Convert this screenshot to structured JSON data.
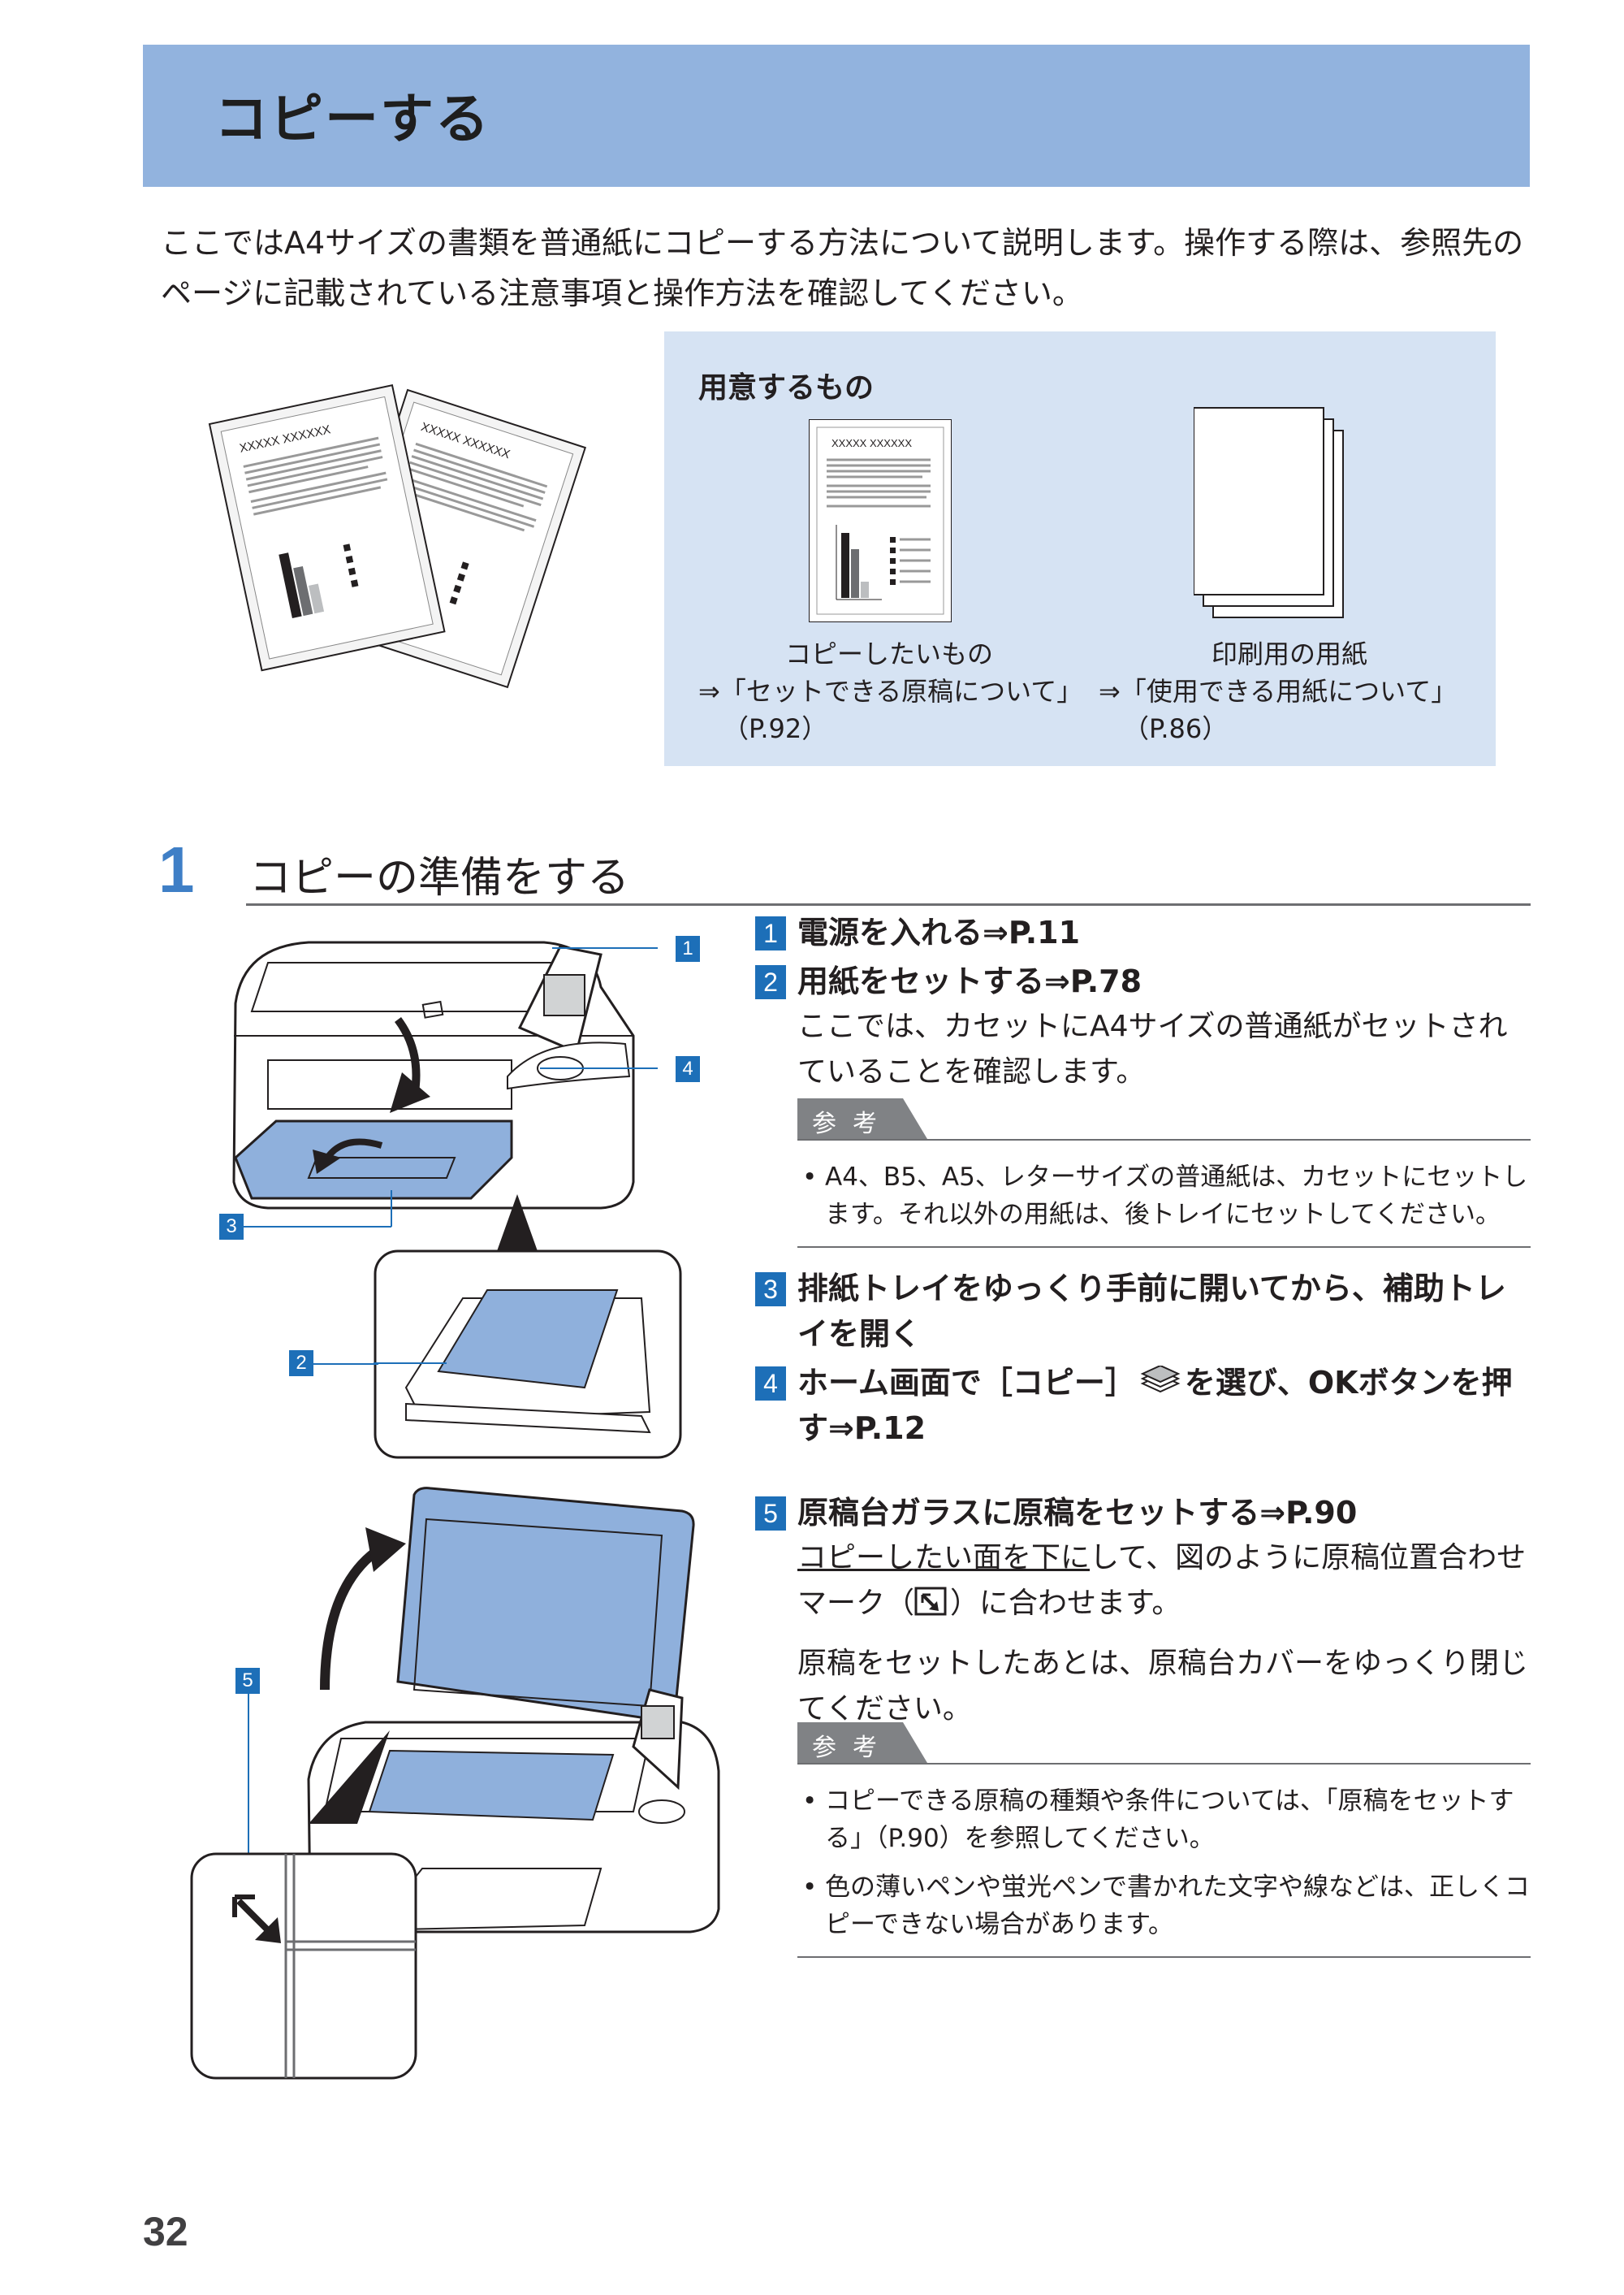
{
  "header": {
    "title": "コピーする"
  },
  "intro": {
    "text": "ここではA4サイズの書類を普通紙にコピーする方法について説明します。操作する際は、参照先のページに記載されている注意事項と操作方法を確認してください。"
  },
  "illustration": {
    "doc_label": "XXXXX XXXXXX"
  },
  "prep": {
    "title": "用意するもの",
    "original": {
      "label": "コピーしたいもの",
      "ref": "⇒「セットできる原稿について」",
      "page": "（P.92）"
    },
    "paper": {
      "label": "印刷用の用紙",
      "ref": "⇒「使用できる用紙について」",
      "page": "（P.86）"
    }
  },
  "step1": {
    "number": "1",
    "title": "コピーの準備をする"
  },
  "callouts": {
    "c1": "1",
    "c2": "2",
    "c3": "3",
    "c4": "4",
    "c5": "5"
  },
  "substeps": {
    "s1": {
      "num": "1",
      "head": "電源を入れる⇒P.11"
    },
    "s2": {
      "num": "2",
      "head": "用紙をセットする⇒P.78",
      "desc": "ここでは、カセットにA4サイズの普通紙がセットされていることを確認します。"
    },
    "ref_label": "参考",
    "note1": "A4、B5、A5、レターサイズの普通紙は、カセットにセットします。それ以外の用紙は、後トレイにセットしてください。",
    "s3": {
      "num": "3",
      "head": "排紙トレイをゆっくり手前に開いてから、補助トレイを開く"
    },
    "s4": {
      "num": "4",
      "head_a": "ホーム画面で［コピー］",
      "head_b": "を選び、OKボタンを押す⇒P.12"
    },
    "s5": {
      "num": "5",
      "head": "原稿台ガラスに原稿をセットする⇒P.90",
      "desc_underline": "コピーしたい面を下に",
      "desc_rest_a": "して、図のように原稿位置合わせマーク（",
      "desc_rest_b": "）に合わせます。",
      "desc2": "原稿をセットしたあとは、原稿台カバーをゆっくり閉じてください。"
    },
    "note2": "コピーできる原稿の種類や条件については、「原稿をセットする」（P.90）を参照してください。",
    "note3": "色の薄いペンや蛍光ペンで書かれた文字や線などは、正しくコピーできない場合があります。"
  },
  "page_number": "32",
  "colors": {
    "title_bar": "#92b3de",
    "prep_box": "#d6e3f3",
    "step_number": "#3f7fc6",
    "badge": "#1d6fb8",
    "tray_blue": "#8fb0dc"
  }
}
